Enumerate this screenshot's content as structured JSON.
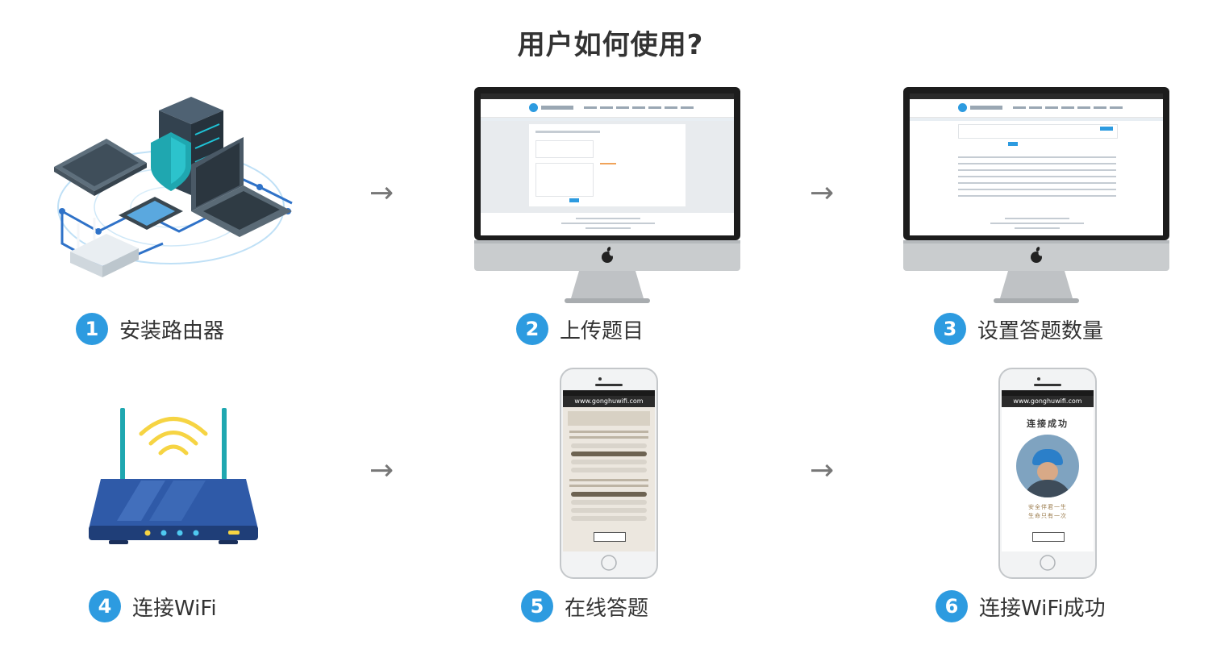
{
  "title": "用户如何使用?",
  "steps": [
    {
      "num": "1",
      "label": "安装路由器"
    },
    {
      "num": "2",
      "label": "上传题目"
    },
    {
      "num": "3",
      "label": "设置答题数量"
    },
    {
      "num": "4",
      "label": "连接WiFi"
    },
    {
      "num": "5",
      "label": "在线答题"
    },
    {
      "num": "6",
      "label": "连接WiFi成功"
    }
  ],
  "arrow_glyph": "→",
  "phone_url": "www.gonghuwifi.com",
  "success_heading": "连接成功",
  "success_lines": [
    "安全伴君一生",
    "生命只有一次"
  ],
  "colors": {
    "accent": "#2d9be0",
    "router_body": "#2f5aa8",
    "router_antenna": "#1fa7b0",
    "wifi_waves": "#f6d443",
    "quiz_highlight": "#6d6352"
  }
}
